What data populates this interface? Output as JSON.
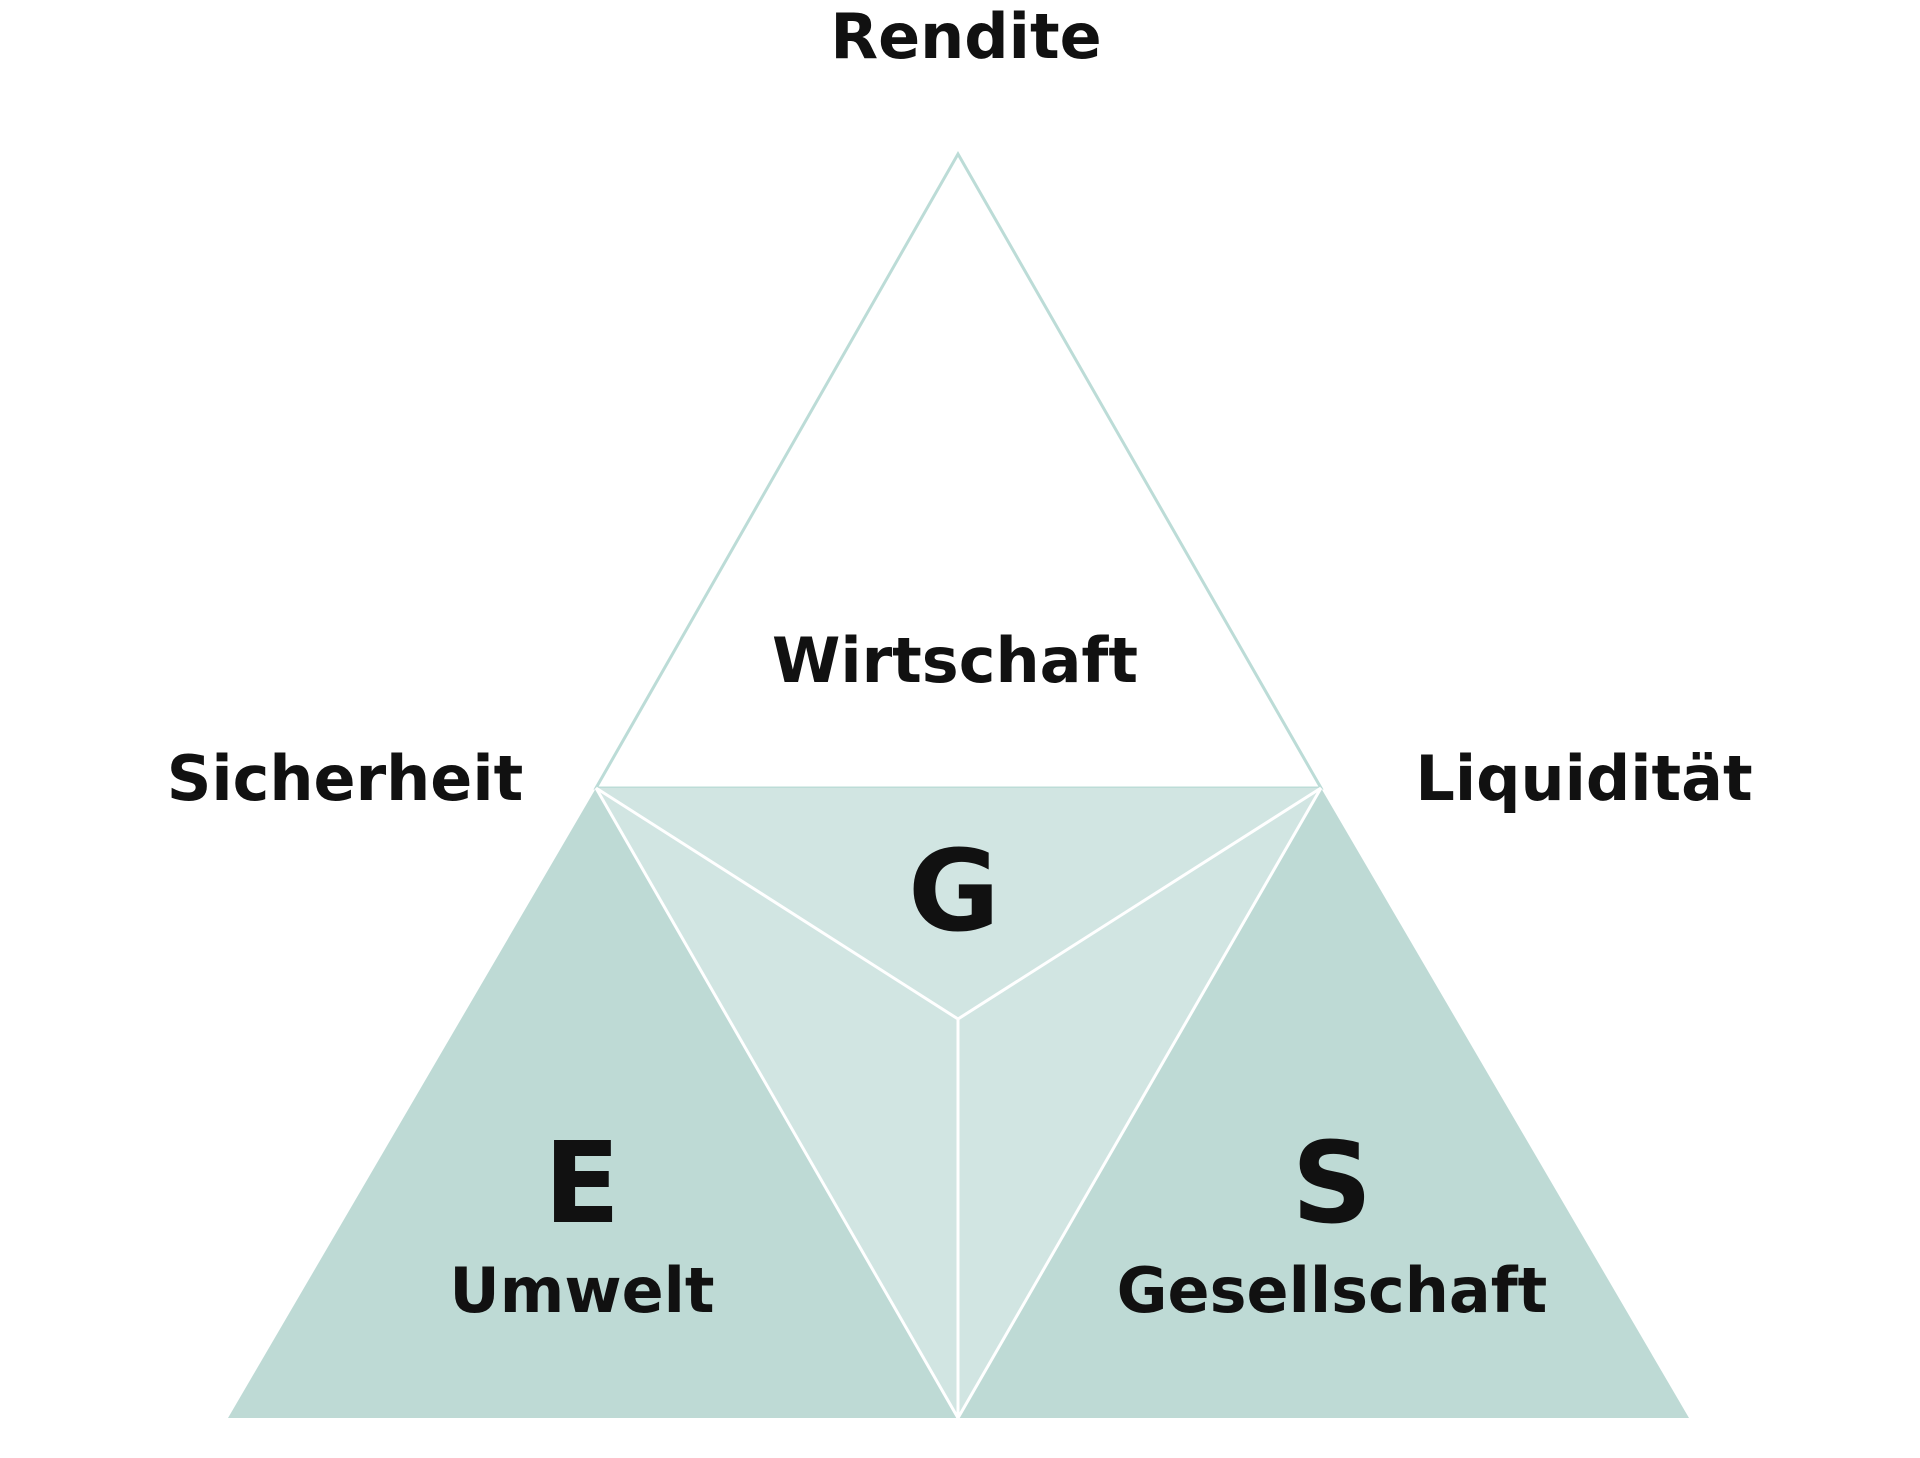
{
  "labels": {
    "top": "Rendite",
    "left": "Sicherheit",
    "right": "Liquidität",
    "top_segment": "Wirtschaft",
    "g_letter": "G",
    "e_letter": "E",
    "e_label": "Umwelt",
    "s_letter": "S",
    "s_label": "Gesellschaft"
  },
  "colors": {
    "outline": "#bcdcd7",
    "dark_fill": "#bedad5",
    "light_fill": "#d1e5e2",
    "divider": "#ffffff"
  }
}
